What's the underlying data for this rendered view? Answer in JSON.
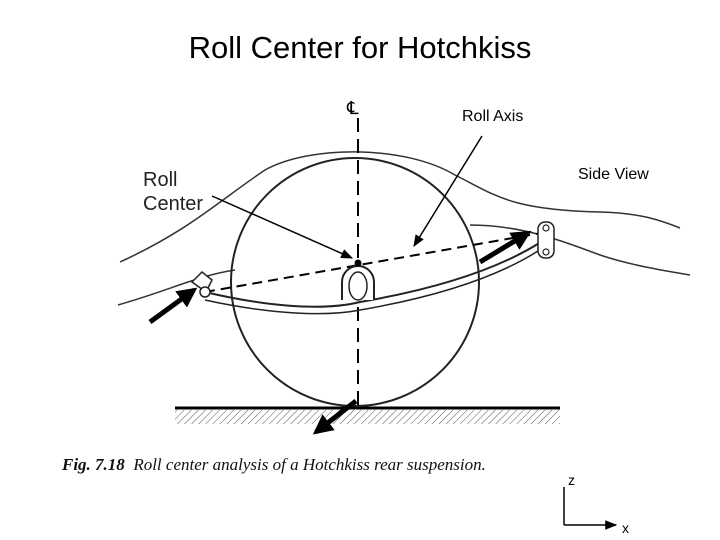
{
  "title": "Roll Center for Hotchkiss",
  "labels": {
    "roll_axis": "Roll Axis",
    "side_view": "Side View",
    "roll_center_line1": "Roll",
    "roll_center_line2": "Center",
    "centerline_symbol": "℄"
  },
  "figure": {
    "caption_number": "Fig. 7.18",
    "caption_text": "Roll center analysis of a Hotchkiss rear suspension."
  },
  "axes": {
    "z": "z",
    "x": "x"
  }
}
